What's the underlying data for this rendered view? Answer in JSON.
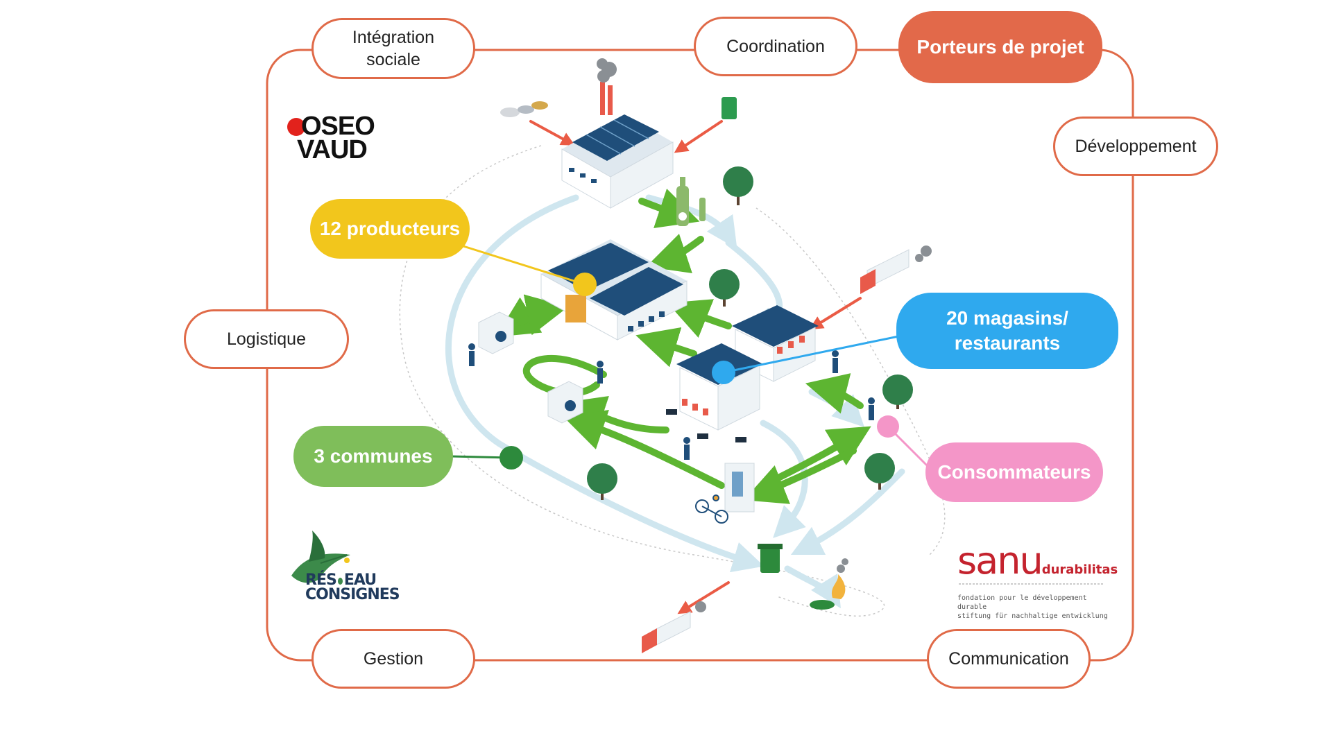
{
  "colors": {
    "frame": "#e06a48",
    "porteurs": "#e2694a",
    "producteurs": "#f2c61c",
    "magasins": "#2fa9ee",
    "communes": "#7fbe5a",
    "communes_dot": "#2d8a3c",
    "consommateurs": "#f496c8",
    "green_arrow": "#5db531",
    "light_arrow": "#cfe6ef",
    "red_arrow": "#ea5b45"
  },
  "frame_labels": {
    "integration": "Intégration\nsociale",
    "coordination": "Coordination",
    "porteurs": "Porteurs de projet",
    "developpement": "Développement",
    "logistique": "Logistique",
    "gestion": "Gestion",
    "communication": "Communication"
  },
  "actors": {
    "producteurs": "12 producteurs",
    "magasins": "20 magasins/\nrestaurants",
    "communes": "3 communes",
    "consommateurs": "Consommateurs"
  },
  "logos": {
    "oseo_line1": "OSEO",
    "oseo_line2": "VAUD",
    "reseau_line1": "RÉS",
    "reseau_line1b": "EAU",
    "reseau_line2": "CONSIGNES",
    "sanu_main": "sanu",
    "sanu_suffix": "durabilitas",
    "sanu_line1": "fondation pour le développement durable",
    "sanu_line2": "stiftung für nachhaltige entwicklung"
  },
  "icons": [
    "factory-icon",
    "warehouse-icon",
    "shop-icon",
    "restaurant-icon",
    "truck-icon",
    "tree-icon",
    "washing-machine-icon",
    "bottle-icon",
    "recycle-bin-icon",
    "cyclist-icon",
    "vending-machine-icon",
    "person-icon",
    "fire-icon"
  ]
}
